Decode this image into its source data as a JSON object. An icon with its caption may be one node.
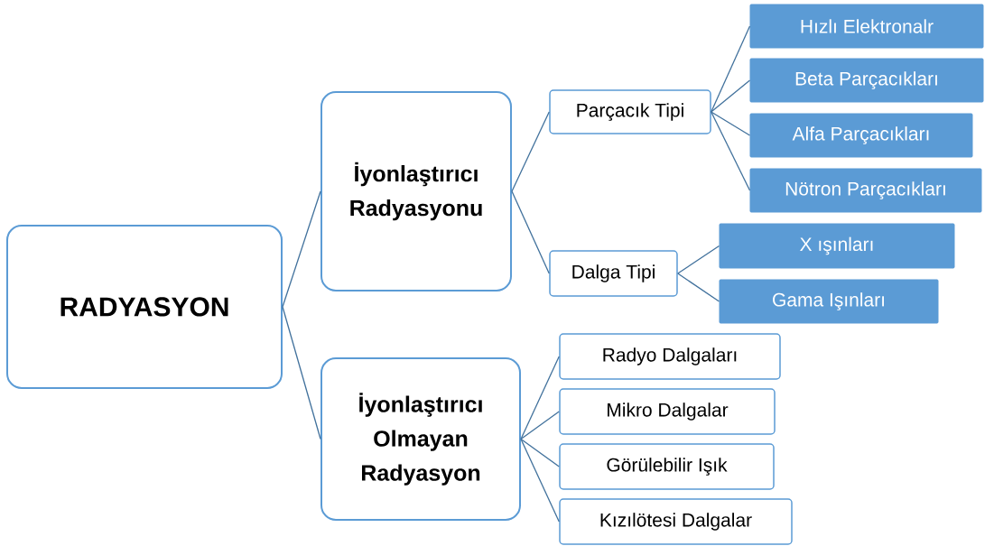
{
  "diagram": {
    "nodes": [
      {
        "text": [
          "RADYASYON"
        ]
      },
      {
        "text": [
          "İyonlaştırıcı Radyasyonu"
        ]
      },
      {
        "text": [
          "Parçacık Tipi"
        ]
      },
      {
        "text": [
          "Hızlı Elektronalr"
        ]
      },
      {
        "text": [
          "Beta Parçacıkları"
        ]
      },
      {
        "text": [
          "Alfa Parçacıkları"
        ]
      },
      {
        "text": [
          "Nötron Parçacıkları"
        ]
      },
      {
        "text": [
          "Dalga Tipi"
        ]
      },
      {
        "text": [
          "X ışınları"
        ]
      },
      {
        "text": [
          "Gama Işınları"
        ]
      },
      {
        "text": [
          "İyonlaştırıcı Olmayan Radyasyon"
        ]
      },
      {
        "text": [
          "Radyo Dalgaları"
        ]
      },
      {
        "text": [
          "Mikro Dalgalar"
        ]
      },
      {
        "text": [
          "Görülebilir Işık"
        ]
      },
      {
        "text": [
          "Kızılötesi Dalgalar"
        ]
      }
    ],
    "edges": [
      {
        "from": 0,
        "to": 1,
        "arrow": "none"
      },
      {
        "from": 0,
        "to": 10,
        "arrow": "none"
      },
      {
        "from": 1,
        "to": 2,
        "arrow": "none"
      },
      {
        "from": 1,
        "to": 7,
        "arrow": "none"
      },
      {
        "from": 2,
        "to": 3,
        "arrow": "none"
      },
      {
        "from": 2,
        "to": 4,
        "arrow": "none"
      },
      {
        "from": 2,
        "to": 5,
        "arrow": "none"
      },
      {
        "from": 2,
        "to": 6,
        "arrow": "none"
      },
      {
        "from": 7,
        "to": 8,
        "arrow": "none"
      },
      {
        "from": 7,
        "to": 9,
        "arrow": "none"
      },
      {
        "from": 10,
        "to": 11,
        "arrow": "none"
      },
      {
        "from": 10,
        "to": 12,
        "arrow": "none"
      },
      {
        "from": 10,
        "to": 13,
        "arrow": "none"
      },
      {
        "from": 10,
        "to": 14,
        "arrow": "none"
      }
    ]
  }
}
